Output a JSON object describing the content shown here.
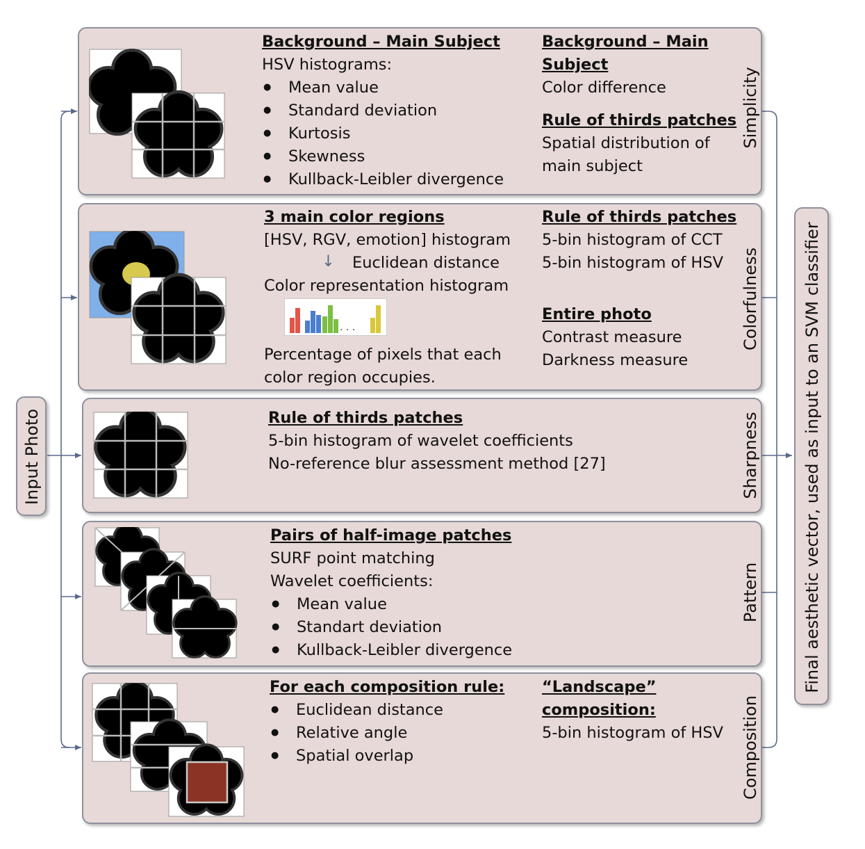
{
  "input": {
    "label": "Input Photo"
  },
  "output": {
    "label": "Final aesthetic vector, used as input to an SVM classifier"
  },
  "panels": {
    "simplicity": {
      "label": "Simplicity",
      "col1": {
        "header": "Background – Main Subject",
        "line1": "HSV histograms:",
        "bullets": [
          "Mean value",
          "Standard deviation",
          "Kurtosis",
          "Skewness",
          "Kullback-Leibler divergence"
        ]
      },
      "col2": {
        "header_line1": "Background – Main",
        "header_line2": "Subject",
        "line1": "Color difference",
        "header2": "Rule of thirds patches",
        "line2": "Spatial distribution of",
        "line3": "main subject"
      }
    },
    "colorfulness": {
      "label": "Colorfulness",
      "col1": {
        "header": "3 main color regions",
        "line1": "[HSV, RGV, emotion] histogram",
        "arrow": "↓",
        "line2": "Euclidean distance",
        "line3": "Color representation histogram",
        "hist_dots": ". . .",
        "line4": "Percentage of pixels that each",
        "line5": "color region occupies."
      },
      "col2": {
        "header": "Rule of thirds patches",
        "line1": "5-bin histogram of CCT",
        "line2": "5-bin histogram of HSV",
        "header2": "Entire photo",
        "line3": "Contrast measure",
        "line4": "Darkness measure"
      }
    },
    "sharpness": {
      "label": "Sharpness",
      "col1": {
        "header": "Rule of thirds patches",
        "line1": "5-bin histogram of wavelet coefficients",
        "line2": "No-reference blur assessment method [27]"
      }
    },
    "pattern": {
      "label": "Pattern",
      "col1": {
        "header": "Pairs of half-image patches",
        "line1": "SURF point matching",
        "line2": "Wavelet coefficients:",
        "bullets": [
          "Mean value",
          "Standart deviation",
          "Kullback-Leibler divergence"
        ]
      }
    },
    "composition": {
      "label": "Composition",
      "col1": {
        "header": "For each composition rule:",
        "bullets": [
          "Euclidean distance",
          "Relative angle",
          "Spatial overlap"
        ]
      },
      "col2": {
        "header_line1": "“Landscape”",
        "header_line2": "composition:",
        "line1": "5-bin histogram of HSV"
      }
    }
  },
  "colors": {
    "panel_fill": "#e7d9d7",
    "panel_border": "#8e8f9e",
    "connector": "#5a6a8a",
    "sky": "#7fb0ea",
    "flower_center": "#d7c94e",
    "overlay_square": "#8b3424"
  },
  "hist_bars": [
    {
      "series": "red",
      "color": "#e0574a",
      "values": [
        0.55,
        0.9
      ]
    },
    {
      "series": "blue",
      "color": "#4a7fd0",
      "values": [
        0.45,
        0.8,
        0.65
      ]
    },
    {
      "series": "green",
      "color": "#7cbf43",
      "values": [
        0.6,
        1.0,
        0.5
      ]
    },
    {
      "series": "yellow",
      "color": "#d9c83a",
      "values": [
        0.55,
        1.0
      ]
    }
  ]
}
